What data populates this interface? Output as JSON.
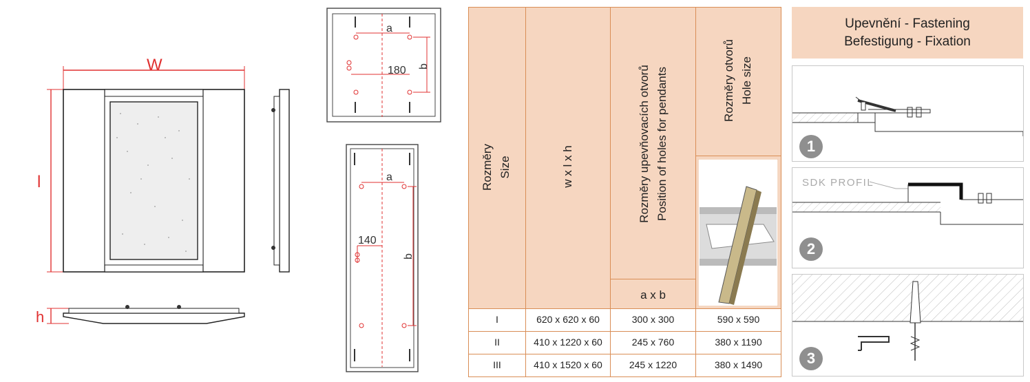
{
  "drawings": {
    "front": {
      "w_label": "W",
      "l_label": "l",
      "h_label": "h"
    },
    "holes_top": {
      "a_label": "a",
      "b_label": "b",
      "dim_label": "180"
    },
    "holes_bottom": {
      "a_label": "a",
      "b_label": "b",
      "dim_label": "140"
    }
  },
  "table": {
    "headers": {
      "size": [
        "Rozměry",
        "Size"
      ],
      "dims": "w x l x h",
      "holes": [
        "Rozměry upevňovacích otvorů",
        "Position of holes for pendants"
      ],
      "holes_sub": "a x b",
      "hole_size": [
        "Rozměry otvorů",
        "Hole size"
      ]
    },
    "rows": [
      {
        "size": "I",
        "dims": "620 x 620 x 60",
        "holes": "300 x 300",
        "hole_size": "590 x 590"
      },
      {
        "size": "II",
        "dims": "410 x 1220 x 60",
        "holes": "245 x 760",
        "hole_size": "380 x 1190"
      },
      {
        "size": "III",
        "dims": "410 x 1520 x 60",
        "holes": "245 x 1220",
        "hole_size": "380 x 1490"
      }
    ]
  },
  "fastening": {
    "title_line1": "Upevnění - Fastening",
    "title_line2": "Befestigung - Fixation",
    "steps": [
      {
        "number": "1"
      },
      {
        "number": "2",
        "label": "SDK PROFIL"
      },
      {
        "number": "3"
      }
    ]
  },
  "colors": {
    "accent": "#d98d55",
    "header_fill": "#f6d6c0",
    "dimension_red": "#e03030"
  }
}
